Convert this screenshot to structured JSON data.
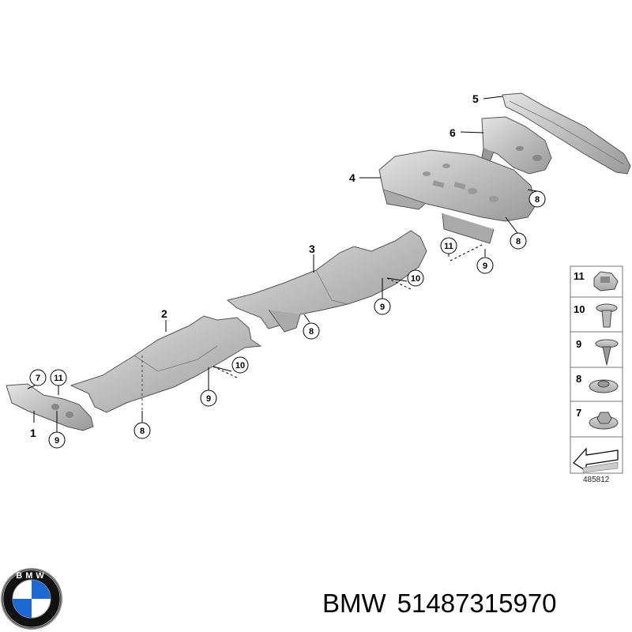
{
  "brand": {
    "logo_text": "BMW",
    "colors": {
      "blue": "#1c69d4",
      "ring": "#000000",
      "white": "#ffffff"
    }
  },
  "caption": {
    "brand": "BMW",
    "part_number": "51487315970"
  },
  "diagram": {
    "reference_number": "485812",
    "callouts": {
      "c1": "1",
      "c2": "2",
      "c3": "3",
      "c4": "4",
      "c5": "5",
      "c6": "6",
      "c7a": "7",
      "c11a": "11",
      "c9a": "9",
      "c8a": "8",
      "c10b": "10",
      "c9b": "9",
      "c8c": "8",
      "c10c": "10",
      "c9c": "9",
      "c11d": "11",
      "c9d": "9",
      "c8d": "8",
      "c8e": "8"
    },
    "legend": {
      "items": [
        {
          "label": "11",
          "icon": "clip-nut-icon"
        },
        {
          "label": "10",
          "icon": "push-rivet-icon"
        },
        {
          "label": "9",
          "icon": "screw-icon"
        },
        {
          "label": "8",
          "icon": "washer-nut-icon"
        },
        {
          "label": "7",
          "icon": "hex-nut-icon"
        }
      ],
      "direction_icon": "front-direction-arrow-icon"
    }
  }
}
